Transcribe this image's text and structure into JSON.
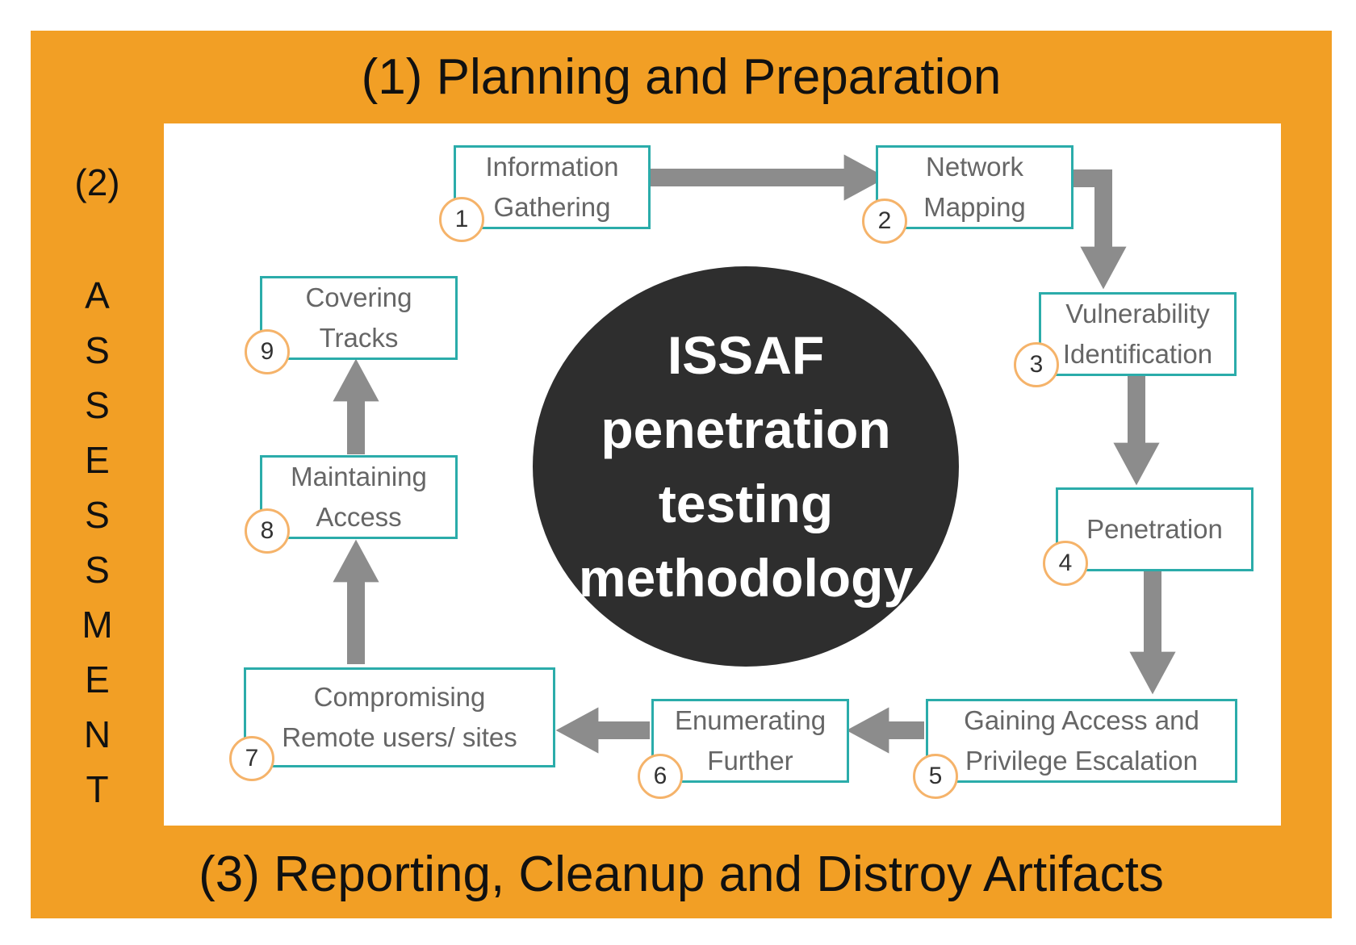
{
  "phases": {
    "top": "(1) Planning and Preparation",
    "left_number": "(2)",
    "left_word": "ASSESSMENT",
    "bottom": "(3) Reporting, Cleanup and Distroy Artifacts"
  },
  "center": {
    "lines": [
      "ISSAF",
      "penetration",
      "testing",
      "methodology"
    ]
  },
  "steps": [
    {
      "number": "1",
      "lines": [
        "Information",
        "Gathering"
      ]
    },
    {
      "number": "2",
      "lines": [
        "Network",
        "Mapping"
      ]
    },
    {
      "number": "3",
      "lines": [
        "Vulnerability",
        "Identification"
      ]
    },
    {
      "number": "4",
      "lines": [
        "Penetration"
      ]
    },
    {
      "number": "5",
      "lines": [
        "Gaining Access and",
        "Privilege Escalation"
      ]
    },
    {
      "number": "6",
      "lines": [
        "Enumerating",
        "Further"
      ]
    },
    {
      "number": "7",
      "lines": [
        "Compromising",
        "Remote users/ sites"
      ]
    },
    {
      "number": "8",
      "lines": [
        "Maintaining",
        "Access"
      ]
    },
    {
      "number": "9",
      "lines": [
        "Covering",
        "Tracks"
      ]
    }
  ],
  "colors": {
    "frame": "#F29F25",
    "box_border": "#2BACAA",
    "badge_border": "#F5B36A",
    "arrow": "#8C8C8C",
    "center": "#2E2E2E"
  }
}
